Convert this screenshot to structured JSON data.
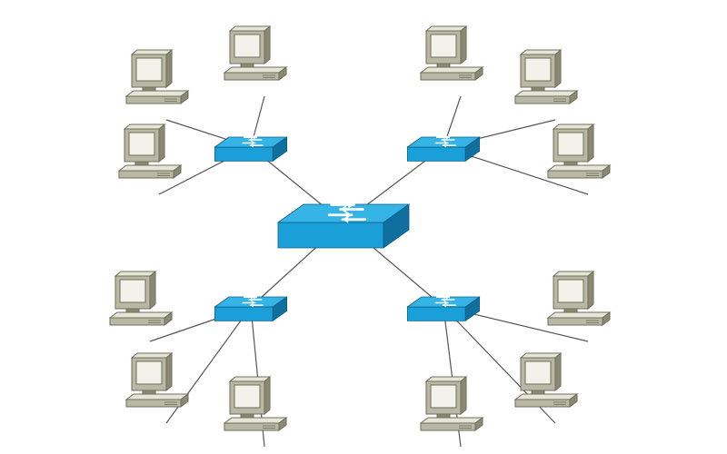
{
  "diagram": {
    "kind": "network-topology",
    "layout": "tree",
    "background": "#ffffff",
    "colors": {
      "switch_top": "#36b4e6",
      "switch_front": "#1a9fd8",
      "switch_side": "#0f6f9e",
      "switch_edge": "#0b5f86",
      "arrow": "#ffffff",
      "pc_light": "#e6e6d8",
      "pc_mid": "#b8b8a4",
      "pc_dark": "#8a8a74",
      "pc_outline": "#6e6e5a",
      "screen": "#f2f2ea",
      "link": "#555555"
    },
    "core": {
      "id": "core-switch",
      "icon": "core-switch-icon"
    },
    "access_switches": [
      {
        "id": "sw-top-left",
        "icon": "access-switch-icon",
        "computers": 3
      },
      {
        "id": "sw-top-right",
        "icon": "access-switch-icon",
        "computers": 3
      },
      {
        "id": "sw-bottom-left",
        "icon": "access-switch-icon",
        "computers": 3
      },
      {
        "id": "sw-bottom-right",
        "icon": "access-switch-icon",
        "computers": 3
      }
    ]
  }
}
